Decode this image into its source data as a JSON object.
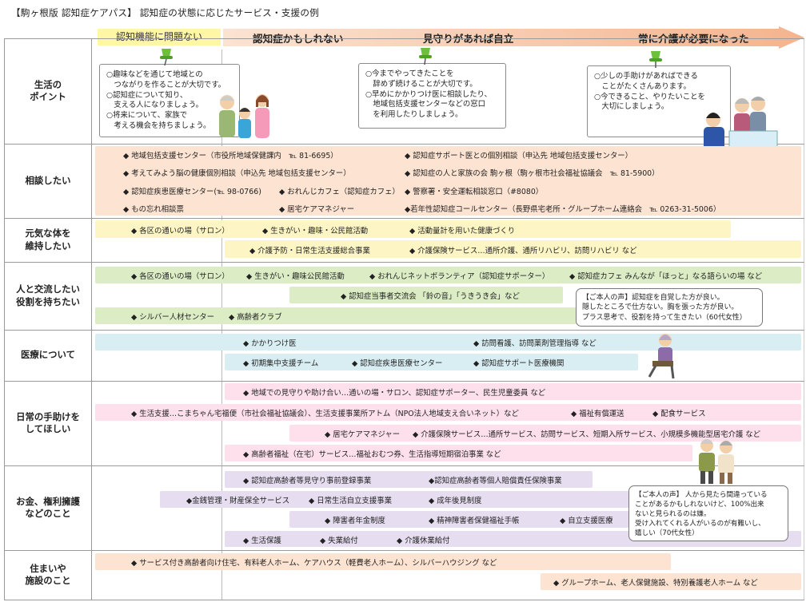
{
  "title": "【駒ヶ根版 認知症ケアパス】 認知症の状態に応じたサービス・支援の例",
  "stages": [
    "認知機能に問題ない",
    "認知症かもしれない",
    "見守りがあれば自立",
    "常に介護が必要になった"
  ],
  "rows": {
    "r0": "生活の\nポイント",
    "r1": "相談したい",
    "r2": "元気な体を\n維持したい",
    "r3": "人と交流したい\n役割を持ちたい",
    "r4": "医療について",
    "r5": "日常の手助けを\nしてほしい",
    "r6": "お金、権利擁護\nなどのこと",
    "r7": "住まいや\n施設のこと"
  },
  "notes": {
    "n1": "○趣味などを通じて地域との\n　つながりを作ることが大切です。\n○認知症について知り、\n　支える人になりましょう。\n○将来について、家族で\n　考える機会を持ちましょう。",
    "n2": "○今までやってきたことを\n　辞めず続けることが大切です。\n○早めにかかりつけ医に相談したり、\n　地域包括支援センターなどの窓口\n　を利用したりしましょう。",
    "n3": "○少しの手助けがあればできる\n　ことがたくさんあります。\n○今できること、やりたいことを\n　大切にしましょう。"
  },
  "consult": {
    "a": "◆ 地域包括支援センター（市役所地域保健課内　℡ 81-6695）",
    "b": "◆ 認知症サポート医との個別相談（申込先 地域包括支援センター）",
    "c": "◆ 考えてみよう脳の健康個別相談（申込先 地域包括支援センター）",
    "d": "◆ 認知症の人と家族の会 駒ヶ根（駒ヶ根市社会福祉協議会　℡ 81-5900）",
    "e": "◆ 認知症疾患医療センター(℡ 98-0766)",
    "f": "◆ おれんじカフェ（認知症カフェ）",
    "g": "◆ 警察署・安全運転相談窓口（#8080）",
    "h": "◆ もの忘れ相談票",
    "i": "◆ 居宅ケアマネジャー",
    "j": "◆若年性認知症コールセンター（長野県宅老所・グループホーム連絡会　℡ 0263-31-5006）"
  },
  "health": {
    "a": "◆ 各区の通いの場（サロン）",
    "b": "◆ 生きがい・趣味・公民館活動",
    "c": "◆ 活動量計を用いた健康づくり",
    "d": "◆ 介護予防・日常生活支援総合事業",
    "e": "◆ 介護保険サービス…通所介護、通所リハビリ、訪問リハビリ など"
  },
  "social": {
    "a": "◆ 各区の通いの場（サロン）",
    "b": "◆ 生きがい・趣味公民館活動",
    "c": "◆ おれんじネットボランティア（認知症サポーター）",
    "d": "◆ 認知症カフェ みんなが「ほっと」なる語らいの場 など",
    "e": "◆ 認知症当事者交流会 「鈴の音」「うきうき会」など",
    "f": "◆ シルバー人材センター",
    "g": "◆ 高齢者クラブ",
    "voice": "【ご本人の声】認知症を自覚した方が良い。\n隠したところで仕方ない。胸を張った方が良い。\nプラス思考で、役割を持って生きたい（60代女性）"
  },
  "medical": {
    "a": "◆ かかりつけ医",
    "b": "◆ 訪問看護、訪問薬剤管理指導 など",
    "c": "◆ 初期集中支援チーム",
    "d": "◆ 認知症疾患医療センター",
    "e": "◆ 認知症サポート医療機関"
  },
  "daily": {
    "a": "◆ 地域での見守りや助け合い…通いの場・サロン、認知症サポーター、民生児童委員 など",
    "b": "◆ 生活支援…こまちゃん宅福便（市社会福祉協議会）、生活支援事業所アトム（NPO法人地域支え合いネット）など",
    "c": "◆ 福祉有償運送",
    "d": "◆ 配食サービス",
    "e": "◆ 居宅ケアマネジャー",
    "f": "◆ 介護保険サービス…通所サービス、訪問サービス、短期入所サービス、小規模多機能型居宅介護 など",
    "g": "◆ 高齢者福祉（在宅）サービス…福祉おむつ券、生活指導短期宿泊事業 など"
  },
  "money": {
    "a": "◆ 認知症高齢者等見守り事前登録事業",
    "b": "◆認知症高齢者等個人賠償責任保険事業",
    "c": "◆金銭管理・財産保全サービス",
    "d": "◆ 日常生活自立支援事業",
    "e": "◆ 成年後見制度",
    "f": "◆ 障害者年金制度",
    "g": "◆ 精神障害者保健福祉手帳",
    "h": "◆ 自立支援医療",
    "i": "◆ 生活保護",
    "j": "◆ 失業給付",
    "k": "◆ 介護休業給付",
    "voice": "【ご本人の声】 人から見たら間違っている\nことがあるかもしれないけど、100%出来\nないと見られるのは嫌。\n受け入れてくれる人がいるのが有難いし、\n嬉しい（70代女性）"
  },
  "housing": {
    "a": "◆ サービス付き高齢者向け住宅、有料老人ホーム、ケアハウス（軽費老人ホーム）、シルバーハウジング など",
    "b": "◆ グループホーム、老人保健施設、特別養護老人ホーム など"
  },
  "colors": {
    "consult": "#fde3d1",
    "health": "#fdf6c4",
    "social": "#dcedc6",
    "medical": "#d9eef3",
    "daily": "#fde0ec",
    "money": "#e6ddf0",
    "housing": "#fde3d1",
    "arrow": "#f7c3a4",
    "pin": "#6cc03a"
  },
  "icons": [
    "pin-icon",
    "family-illustration",
    "seniors-with-helper-illustration",
    "seated-woman-illustration",
    "elderly-couple-illustration"
  ]
}
